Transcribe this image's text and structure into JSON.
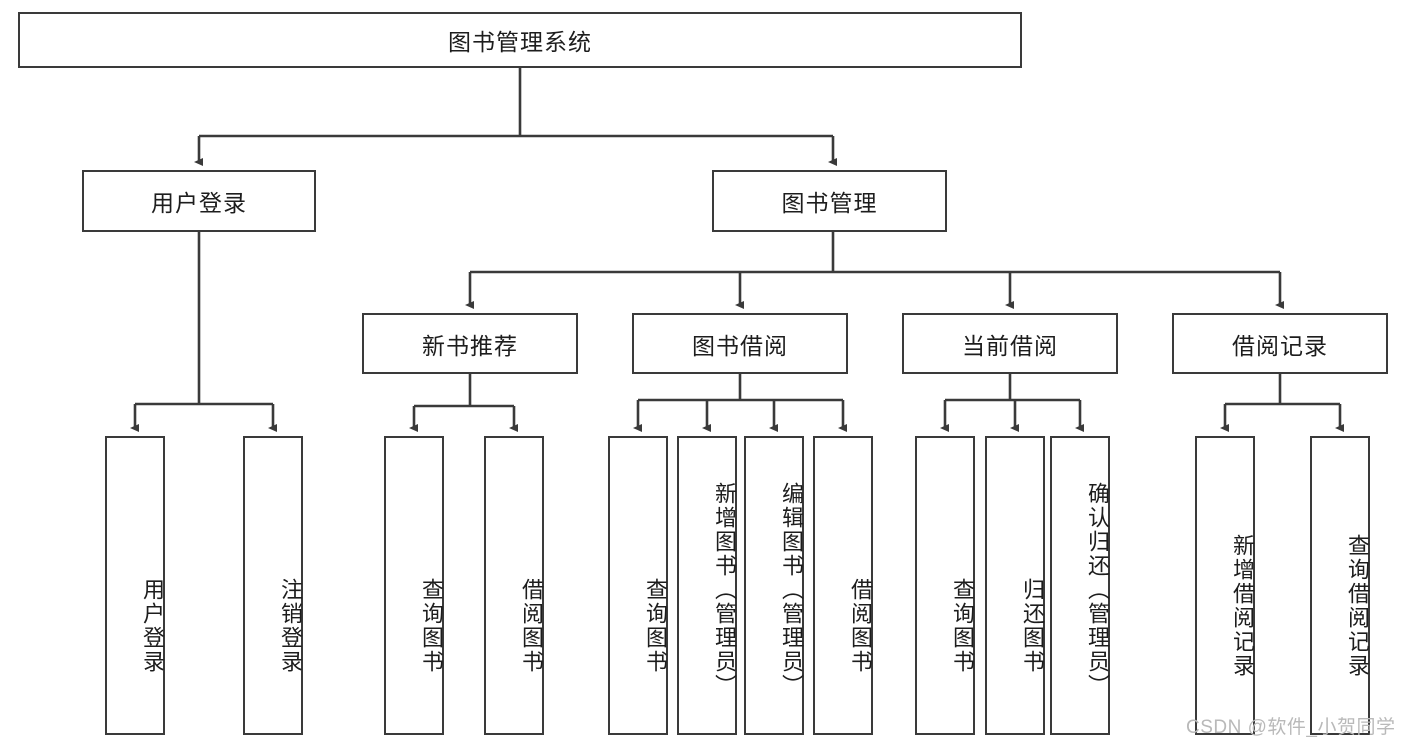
{
  "diagram": {
    "title": "图书管理系统",
    "watermark": "CSDN @软件_小贺同学",
    "level1": {
      "label": "图书管理系统"
    },
    "level2": [
      {
        "label": "用户登录"
      },
      {
        "label": "图书管理"
      }
    ],
    "level3": [
      {
        "label": "新书推荐"
      },
      {
        "label": "图书借阅"
      },
      {
        "label": "当前借阅"
      },
      {
        "label": "借阅记录"
      }
    ],
    "leaves": [
      {
        "label": "用户登录"
      },
      {
        "label": "注销登录"
      },
      {
        "label": "查询图书"
      },
      {
        "label": "借阅图书"
      },
      {
        "label": "查询图书"
      },
      {
        "label": "新增图书（管理员）"
      },
      {
        "label": "编辑图书（管理员）"
      },
      {
        "label": "借阅图书"
      },
      {
        "label": "查询图书"
      },
      {
        "label": "归还图书"
      },
      {
        "label": "确认归还（管理员）"
      },
      {
        "label": "新增借阅记录"
      },
      {
        "label": "查询借阅记录"
      }
    ]
  },
  "colors": {
    "border": "#3a3a3a",
    "text": "#1d1d1d",
    "background": "#ffffff",
    "watermark": "#b9b9b9"
  }
}
